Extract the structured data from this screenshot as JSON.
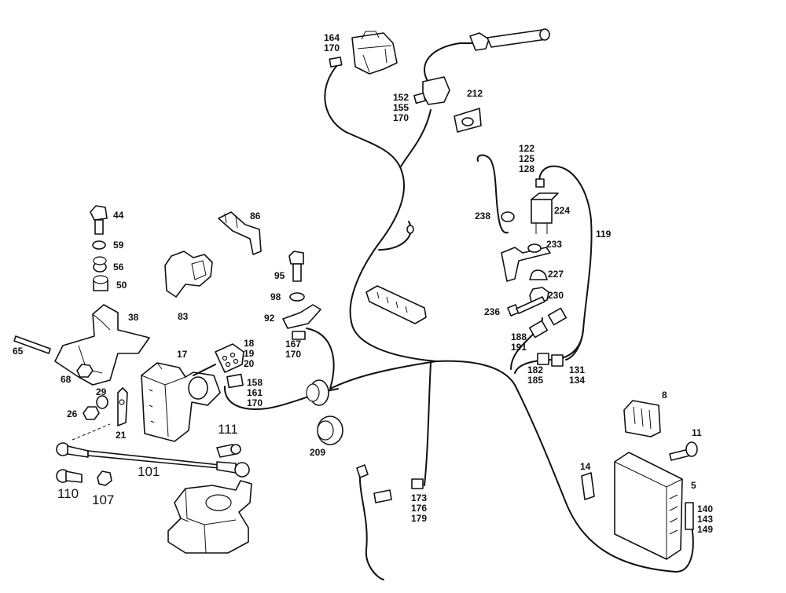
{
  "diagram": {
    "part_labels": {
      "l164": "164\n170",
      "l152": "152\n155\n170",
      "l212": "212",
      "l122": "122\n125\n128",
      "l224": "224",
      "l238": "238",
      "l119": "119",
      "l233": "233",
      "l227": "227",
      "l230": "230",
      "l236": "236",
      "l188": "188\n191",
      "l182": "182\n185",
      "l131": "131\n134",
      "l8": "8",
      "l11": "11",
      "l14": "14",
      "l5": "5",
      "l140": "140\n143\n149",
      "l44": "44",
      "l59": "59",
      "l56": "56",
      "l50": "50",
      "l86": "86",
      "l83": "83",
      "l38": "38",
      "l95": "95",
      "l98": "98",
      "l92": "92",
      "l167": "167\n170",
      "l18": "18\n19\n20",
      "l17": "17",
      "l158": "158\n161\n170",
      "l65": "65",
      "l68": "68",
      "l29": "29",
      "l26": "26",
      "l21": "21",
      "l111": "111",
      "l101": "101",
      "l110": "110",
      "l107": "107",
      "l209": "209",
      "l173": "173\n176\n179"
    }
  }
}
